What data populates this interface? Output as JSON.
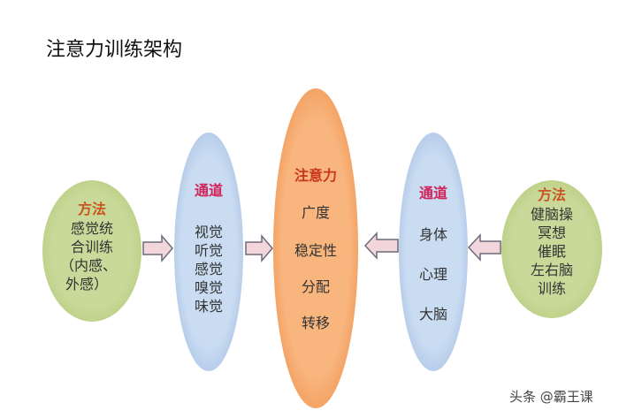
{
  "title": "注意力训练架构",
  "colors": {
    "green": "#c9d99a",
    "blue": "#c6d9f1",
    "orange": "#f7b27a",
    "heading_red": "#d0245a",
    "heading_orange": "#c8561e",
    "arrow_fill": "#f3d6dc",
    "arrow_stroke": "#6b6b7a"
  },
  "left_method": {
    "heading": "方法",
    "lines": [
      "感觉统",
      "合训练",
      "（内感、",
      "外感）"
    ]
  },
  "left_channel": {
    "heading": "通道",
    "lines": [
      "视觉",
      "听觉",
      "感觉",
      "嗅觉",
      "味觉"
    ]
  },
  "center": {
    "heading": "注意力",
    "items": [
      "广度",
      "稳定性",
      "分配",
      "转移"
    ]
  },
  "right_channel": {
    "heading": "通道",
    "items": [
      "身体",
      "心理",
      "大脑"
    ]
  },
  "right_method": {
    "heading": "方法",
    "lines": [
      "健脑操",
      "冥想",
      "催眠",
      "左右脑",
      "训练"
    ]
  },
  "watermark": "头条 @霸王课"
}
